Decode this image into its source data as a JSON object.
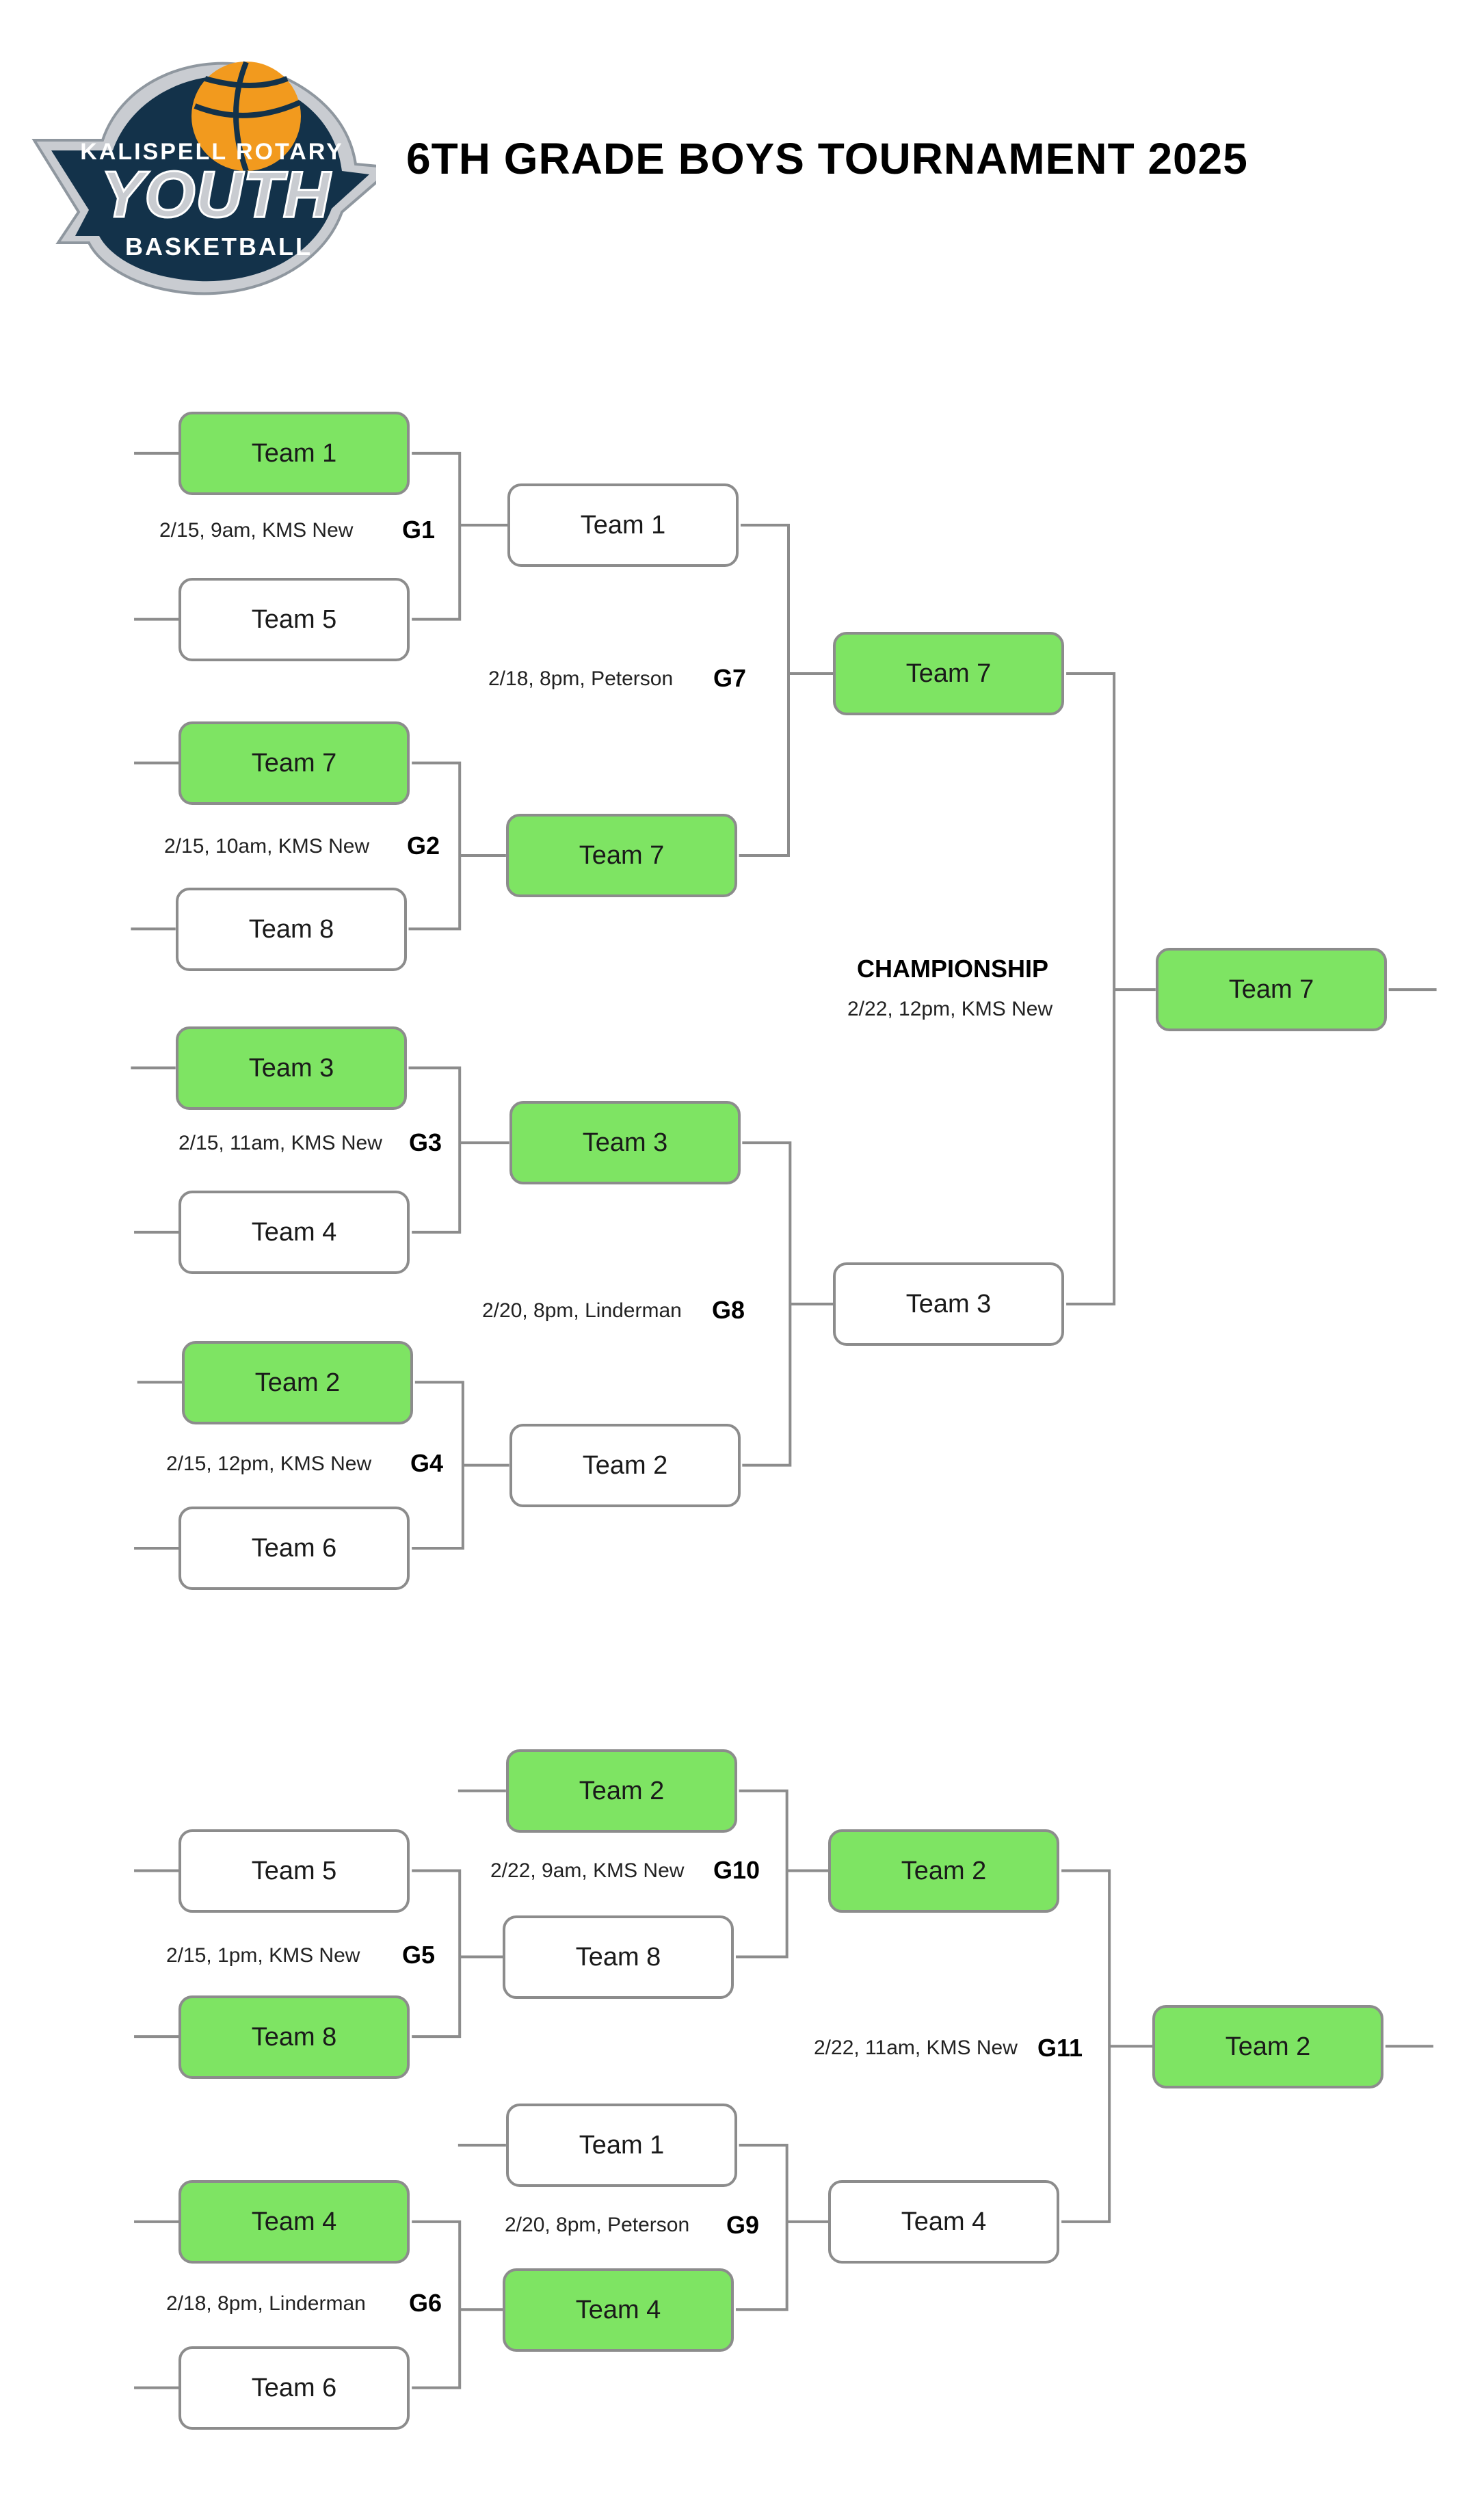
{
  "title": "6TH GRADE BOYS TOURNAMENT 2025",
  "logo": {
    "line1": "KALISPELL ROTARY",
    "line2": "YOUTH",
    "line3": "BASKETBALL",
    "colors": {
      "navy": "#13324a",
      "orange": "#f29a1e",
      "silver": "#c9ccd1",
      "outline": "#8f979f"
    }
  },
  "colors": {
    "winner": "#7ee463",
    "border": "#8c8c8c",
    "line": "#8c8c8c"
  },
  "championship": {
    "label": "CHAMPIONSHIP",
    "info": "2/22, 12pm, KMS New"
  },
  "teams": [
    {
      "id": "g1-top",
      "name": "Team 1",
      "winner": true
    },
    {
      "id": "g1-bot",
      "name": "Team 5",
      "winner": false
    },
    {
      "id": "g2-top",
      "name": "Team 7",
      "winner": true
    },
    {
      "id": "g2-bot",
      "name": "Team 8",
      "winner": false
    },
    {
      "id": "g3-top",
      "name": "Team 3",
      "winner": true
    },
    {
      "id": "g3-bot",
      "name": "Team 4",
      "winner": false
    },
    {
      "id": "g4-top",
      "name": "Team 2",
      "winner": true
    },
    {
      "id": "g4-bot",
      "name": "Team 6",
      "winner": false
    },
    {
      "id": "g7-top",
      "name": "Team 1",
      "winner": false
    },
    {
      "id": "g7-bot",
      "name": "Team 7",
      "winner": true
    },
    {
      "id": "g8-top",
      "name": "Team 3",
      "winner": true
    },
    {
      "id": "g8-bot",
      "name": "Team 2",
      "winner": false
    },
    {
      "id": "ch-top",
      "name": "Team 7",
      "winner": true
    },
    {
      "id": "ch-bot",
      "name": "Team 3",
      "winner": false
    },
    {
      "id": "champion",
      "name": "Team 7",
      "winner": true
    },
    {
      "id": "g5-top",
      "name": "Team 5",
      "winner": false
    },
    {
      "id": "g5-bot",
      "name": "Team 8",
      "winner": true
    },
    {
      "id": "g6-top",
      "name": "Team 4",
      "winner": true
    },
    {
      "id": "g6-bot",
      "name": "Team 6",
      "winner": false
    },
    {
      "id": "g10-top",
      "name": "Team 2",
      "winner": true
    },
    {
      "id": "g10-bot",
      "name": "Team 8",
      "winner": false
    },
    {
      "id": "g9-top",
      "name": "Team 1",
      "winner": false
    },
    {
      "id": "g9-bot",
      "name": "Team 4",
      "winner": true
    },
    {
      "id": "g11-top",
      "name": "Team 2",
      "winner": true
    },
    {
      "id": "g11-bot",
      "name": "Team 4",
      "winner": false
    },
    {
      "id": "consolation-winner",
      "name": "Team 2",
      "winner": true
    }
  ],
  "games": [
    {
      "id": "G1",
      "info": "2/15, 9am, KMS New"
    },
    {
      "id": "G2",
      "info": "2/15, 10am, KMS New"
    },
    {
      "id": "G3",
      "info": "2/15, 11am, KMS New"
    },
    {
      "id": "G4",
      "info": "2/15, 12pm, KMS New"
    },
    {
      "id": "G7",
      "info": "2/18, 8pm, Peterson"
    },
    {
      "id": "G8",
      "info": "2/20, 8pm, Linderman"
    },
    {
      "id": "G5",
      "info": "2/15, 1pm, KMS New"
    },
    {
      "id": "G6",
      "info": "2/18, 8pm, Linderman"
    },
    {
      "id": "G10",
      "info": "2/22, 9am, KMS New"
    },
    {
      "id": "G9",
      "info": "2/20, 8pm, Peterson"
    },
    {
      "id": "G11",
      "info": "2/22, 11am, KMS New"
    }
  ]
}
